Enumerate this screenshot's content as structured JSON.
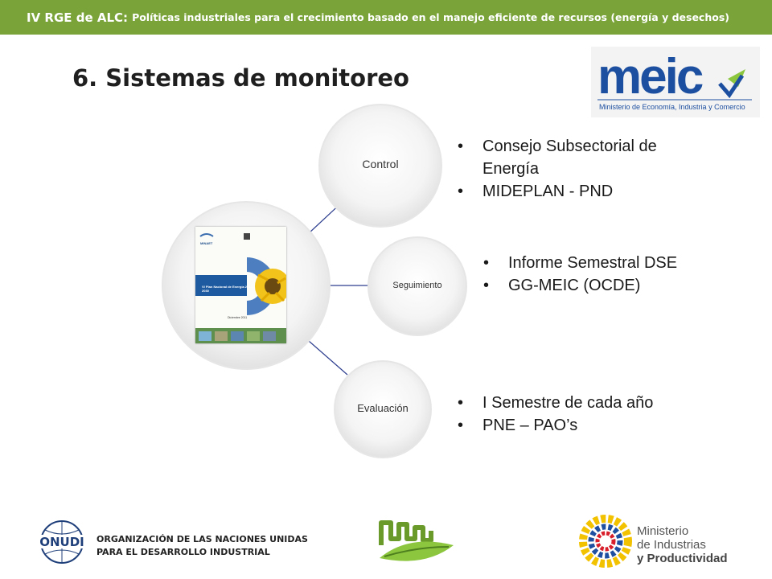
{
  "banner": {
    "title": "IV RGE de ALC:",
    "subtitle": "Políticas industriales para el crecimiento basado en el manejo eficiente de recursos  (energía y desechos)"
  },
  "slide": {
    "title": "6. Sistemas de monitoreo"
  },
  "logos": {
    "meic_wordmark": "meic",
    "meic_caption": "Ministerio de Economía, Industria y Comercio",
    "onudi_emblem": "ONUDI",
    "onudi_line1": "ORGANIZACIÓN DE LAS NACIONES UNIDAS",
    "onudi_line2": "PARA EL DESARROLLO INDUSTRIAL",
    "mipro_line1": "Ministerio",
    "mipro_line2": "de Industrias",
    "mipro_line3": "y Productividad"
  },
  "diagram": {
    "center_cover": {
      "org": "MINAET",
      "title": "VI Plan Nacional de Energía 2012-2030",
      "date": "Diciembre 2011"
    },
    "nodes": [
      {
        "label": "Control",
        "bullets": [
          "Consejo Subsectorial de Energía",
          "MIDEPLAN - PND"
        ]
      },
      {
        "label": "Seguimiento",
        "bullets": [
          "Informe Semestral DSE",
          "GG-MEIC (OCDE)"
        ]
      },
      {
        "label": "Evaluación",
        "bullets": [
          "I Semestre de cada año",
          "PNE – PAO’s"
        ]
      }
    ]
  },
  "colors": {
    "banner": "#7aa33a",
    "connector": "#2e3f8f",
    "meic_blue": "#1d4fa0",
    "meic_green": "#8cc63f",
    "onudi_blue": "#1f3f7a"
  },
  "bullet_glyph": "•"
}
